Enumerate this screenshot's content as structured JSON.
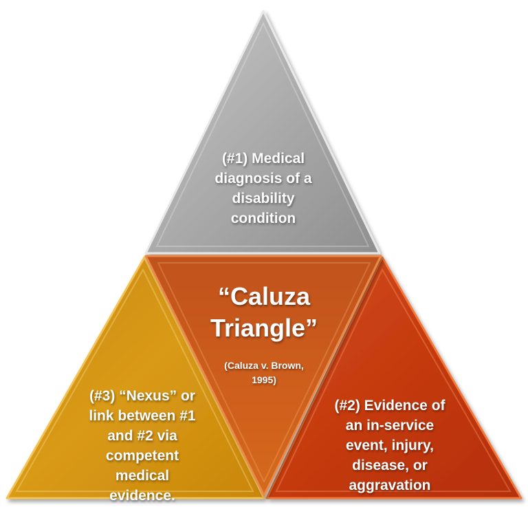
{
  "diagram": {
    "top": {
      "text": "(#1) Medical\ndiagnosis of a\ndisability\ncondition",
      "color": "#a9a9a9"
    },
    "center": {
      "title": "“Caluza\nTriangle”",
      "citation": "(Caluza v. Brown,\n1995)",
      "color": "#c8531b"
    },
    "left": {
      "text": "(#3) “Nexus” or\nlink between #1\nand #2 via\ncompetent\nmedical\nevidence.",
      "color": "#d4900f"
    },
    "right": {
      "text": "(#2) Evidence of\nan in-service\nevent, injury,\ndisease, or\naggravation",
      "color": "#c43a12"
    }
  }
}
